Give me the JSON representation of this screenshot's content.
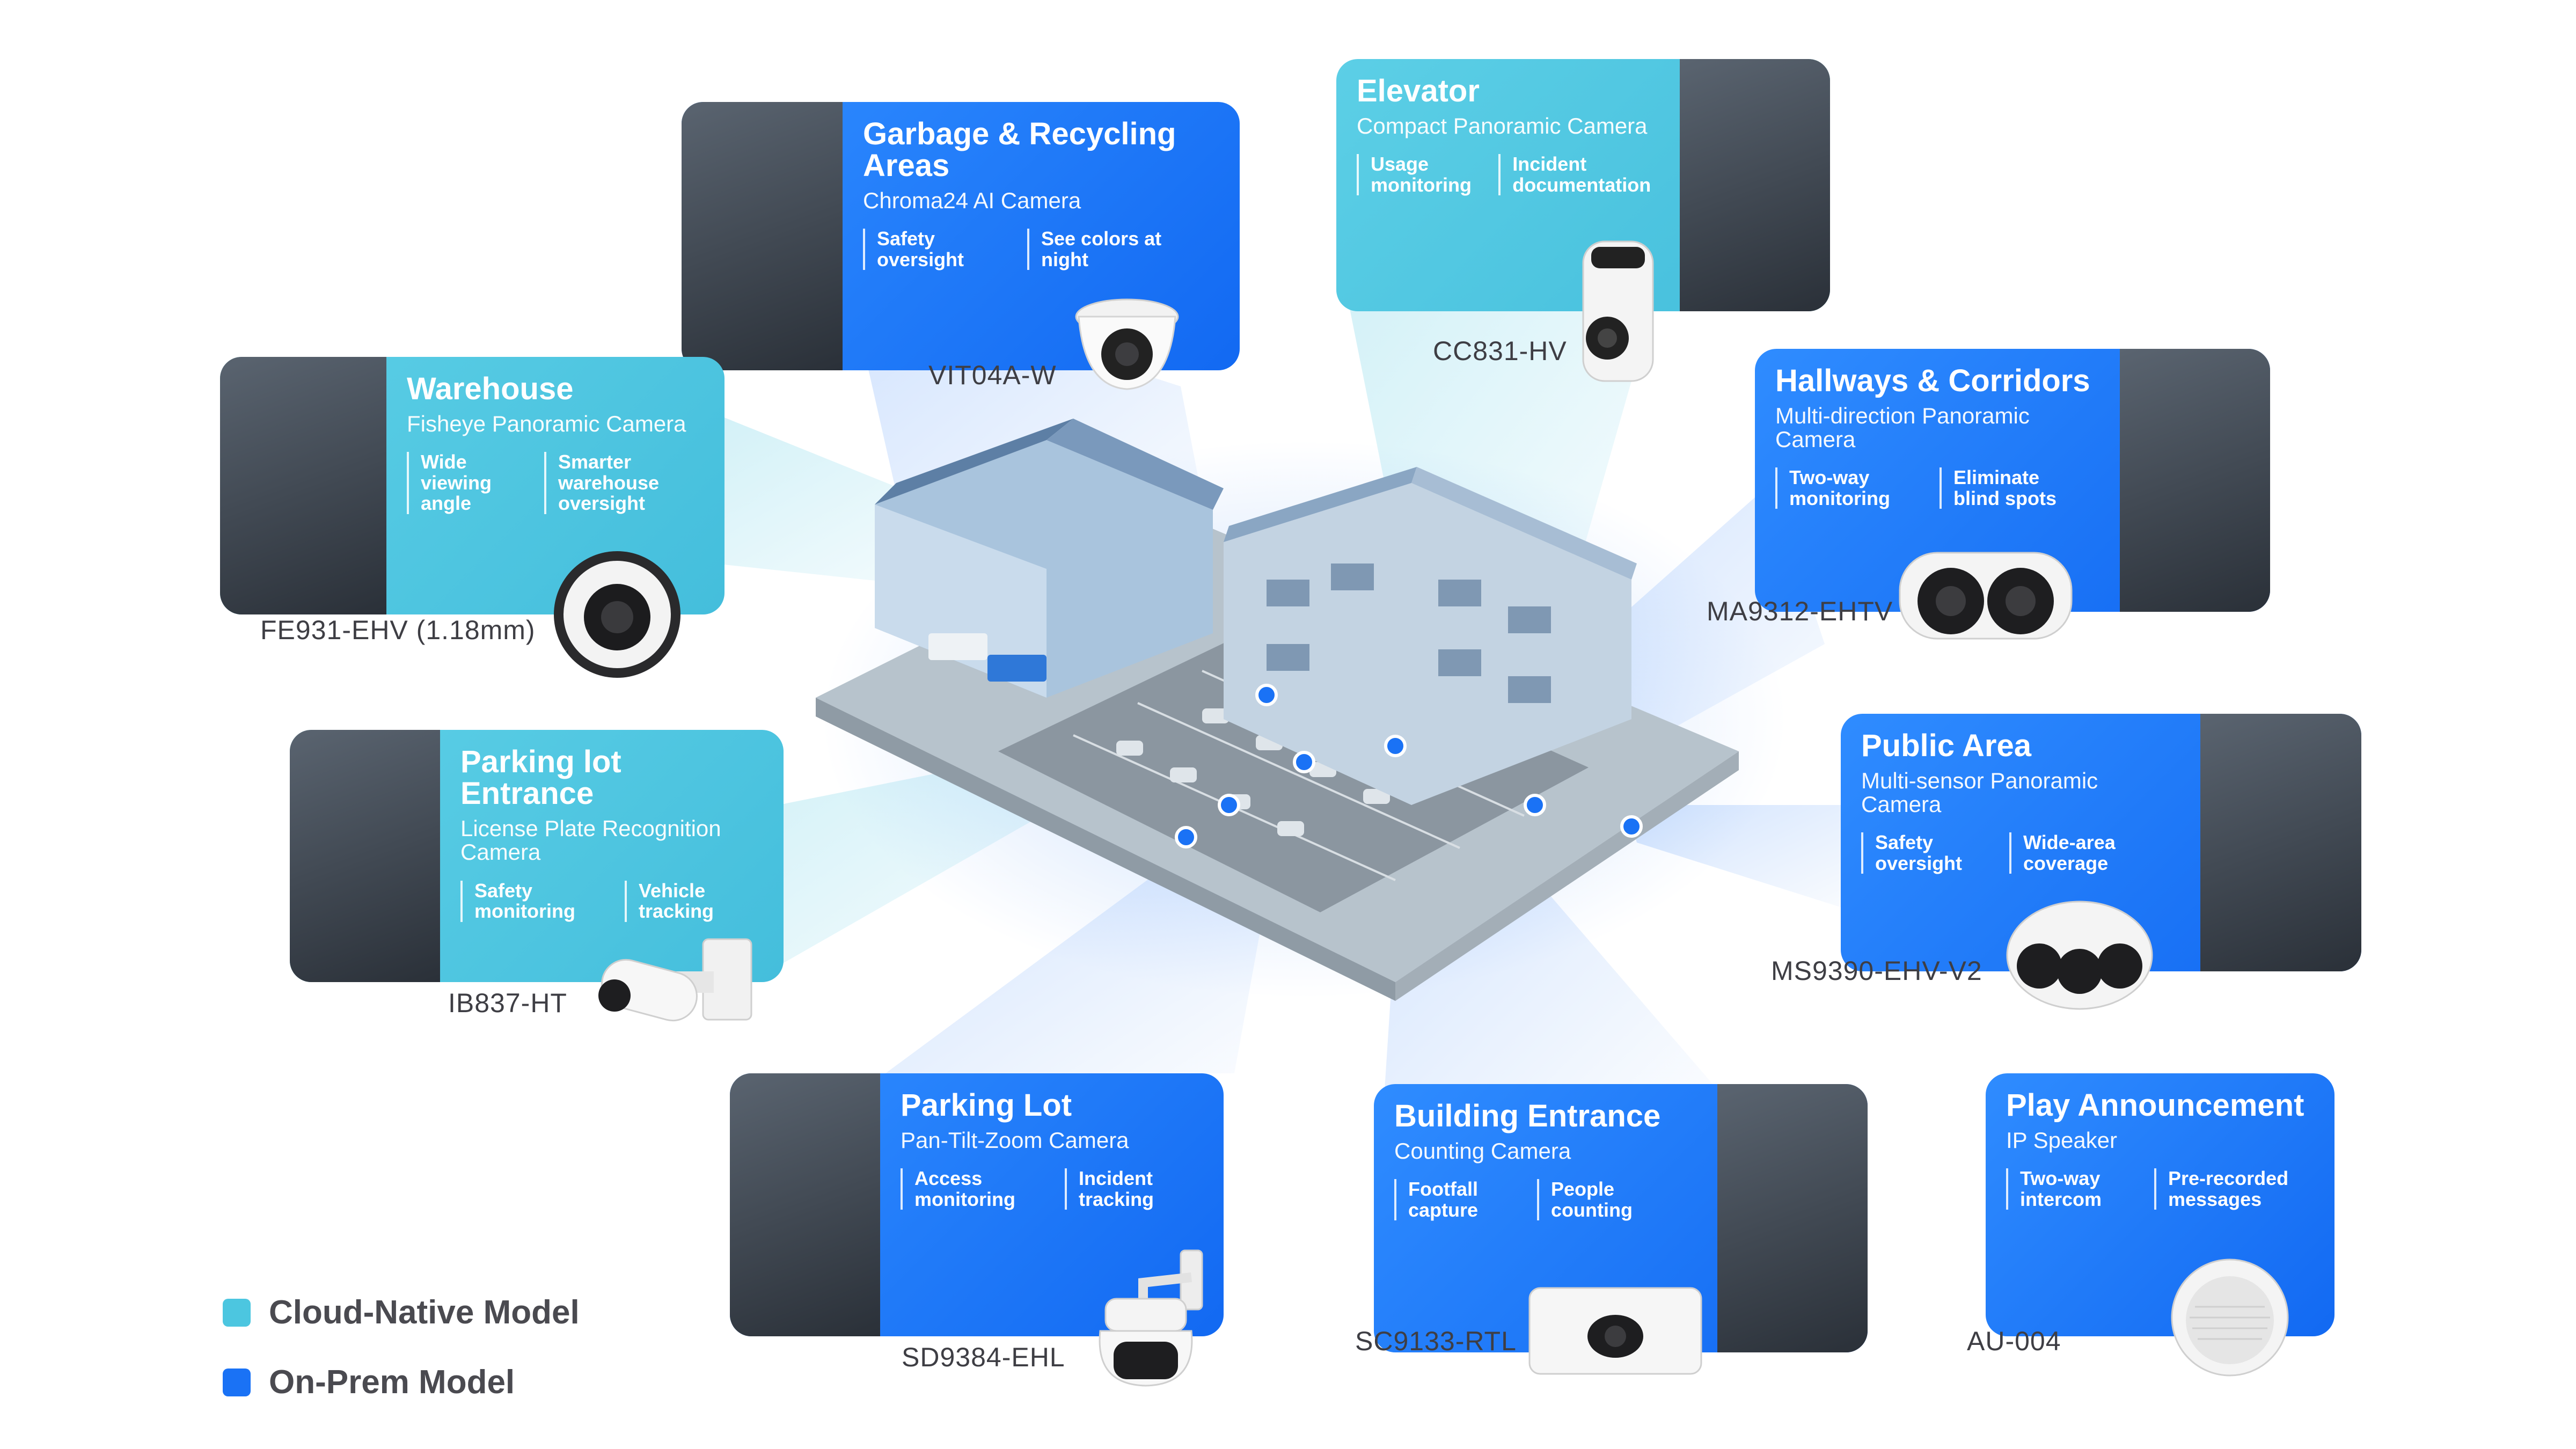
{
  "colors": {
    "cloud_native": "#4cc6e0",
    "on_prem": "#1a72f5",
    "model_text": "#3e3e44"
  },
  "cards": {
    "garbage": {
      "title": "Garbage & Recycling Areas",
      "subtitle": "Chroma24 AI Camera",
      "features": [
        "Safety oversight",
        "See colors at night"
      ],
      "model": "VIT04A-W",
      "type": "on_prem",
      "photo": "garbage-bag-photo"
    },
    "elevator": {
      "title": "Elevator",
      "subtitle": "Compact Panoramic Camera",
      "features": [
        "Usage monitoring",
        "Incident documentation"
      ],
      "model": "CC831-HV",
      "type": "cloud_native",
      "photo": "elevator-woman-photo"
    },
    "warehouse": {
      "title": "Warehouse",
      "subtitle": "Fisheye Panoramic Camera",
      "features": [
        "Wide viewing angle",
        "Smarter warehouse oversight"
      ],
      "model": "FE931-EHV (1.18mm)",
      "type": "cloud_native",
      "photo": "forklift-warehouse-photo"
    },
    "hallways": {
      "title": "Hallways & Corridors",
      "subtitle": "Multi-direction Panoramic Camera",
      "features": [
        "Two-way monitoring",
        "Eliminate blind spots"
      ],
      "model": "MA9312-EHTV",
      "type": "on_prem",
      "photo": "corridor-people-photo"
    },
    "parking_entrance": {
      "title": "Parking lot Entrance",
      "subtitle": "License Plate Recognition Camera",
      "features": [
        "Safety monitoring",
        "Vehicle tracking"
      ],
      "model": "IB837-HT",
      "type": "cloud_native",
      "photo": "car-gate-photo"
    },
    "public_area": {
      "title": "Public Area",
      "subtitle": "Multi-sensor Panoramic Camera",
      "features": [
        "Safety oversight",
        "Wide-area coverage"
      ],
      "model": "MS9390-EHV-V2",
      "type": "on_prem",
      "photo": "playground-aerial-photo"
    },
    "parking_lot": {
      "title": "Parking Lot",
      "subtitle": "Pan-Tilt-Zoom Camera",
      "features": [
        "Access monitoring",
        "Incident tracking"
      ],
      "model": "SD9384-EHL",
      "type": "on_prem",
      "photo": "garage-cars-photo"
    },
    "building_entrance": {
      "title": "Building Entrance",
      "subtitle": "Counting Camera",
      "features": [
        "Footfall capture",
        "People counting"
      ],
      "model": "SC9133-RTL",
      "type": "on_prem",
      "photo": "glass-entrance-photo"
    },
    "announcement": {
      "title": "Play Announcement",
      "subtitle": "IP Speaker",
      "features": [
        "Two-way intercom",
        "Pre-recorded messages"
      ],
      "model": "AU-004",
      "type": "on_prem"
    }
  },
  "legend": {
    "cloud_label": "Cloud-Native Model",
    "onprem_label": "On-Prem Model"
  }
}
